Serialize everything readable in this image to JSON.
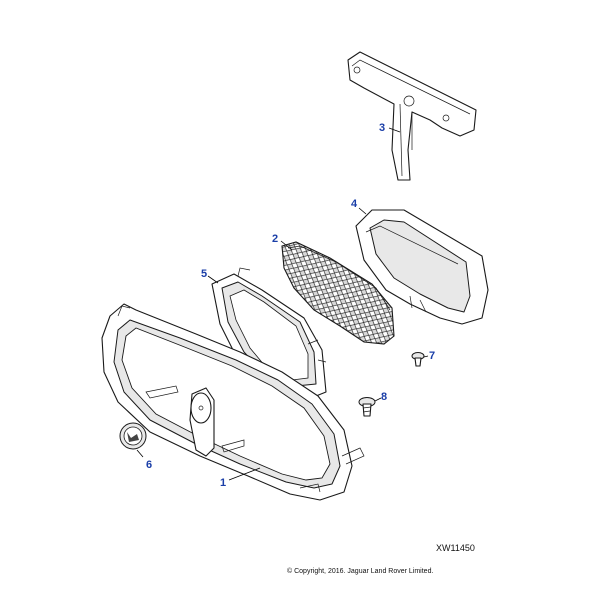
{
  "callouts": [
    {
      "id": "callout-1",
      "label": "1"
    },
    {
      "id": "callout-2",
      "label": "2"
    },
    {
      "id": "callout-3",
      "label": "3"
    },
    {
      "id": "callout-4",
      "label": "4"
    },
    {
      "id": "callout-5",
      "label": "5"
    },
    {
      "id": "callout-6",
      "label": "6"
    },
    {
      "id": "callout-7",
      "label": "7"
    },
    {
      "id": "callout-8",
      "label": "8"
    }
  ],
  "reference_code": "XW11450",
  "copyright": "© Copyright, 2016. Jaguar Land Rover Limited.",
  "colors": {
    "callout": "#1a3ea8",
    "line": "#1a1a1a"
  }
}
